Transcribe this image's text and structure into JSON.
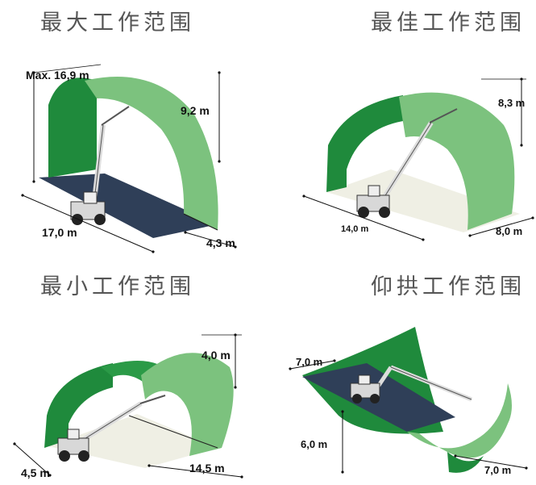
{
  "titles": {
    "max": "最大工作范围",
    "best": "最佳工作范围",
    "min": "最小工作范围",
    "arch": "仰拱工作范围"
  },
  "panels": {
    "max": {
      "height_total": "Max. 16,9 m",
      "height_arch": "9,2 m",
      "length": "17,0 m",
      "width": "4,3 m"
    },
    "best": {
      "height_arch": "8,3 m",
      "length": "14,0 m",
      "width": "8,0 m"
    },
    "min": {
      "height_arch": "4,0 m",
      "length": "4,5 m",
      "width": "14,5 m"
    },
    "arch": {
      "width_top": "7,0 m",
      "depth": "6,0 m",
      "width_bottom": "7,0 m"
    }
  },
  "colors": {
    "arch_dark": "#1f8a3c",
    "arch_light": "#7cc27e",
    "floor_slate": "#2f3f58",
    "floor_cream": "#efefe4",
    "machine": "#d8d8d8"
  }
}
